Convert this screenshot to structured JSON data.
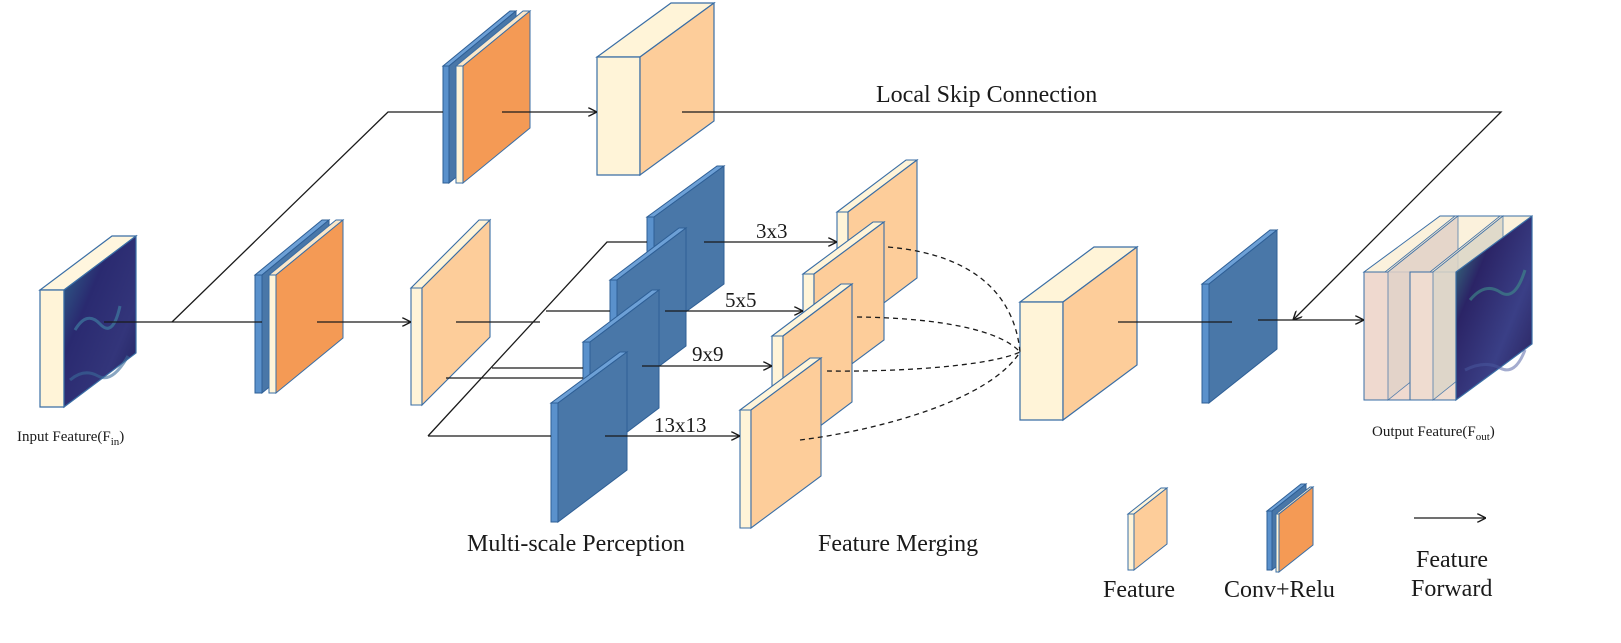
{
  "labels": {
    "skip_connection": "Local Skip Connection",
    "input_feature": "Input Feature(F",
    "input_feature_sub": "in",
    "input_feature_close": ")",
    "output_feature": "Output Feature(F",
    "output_feature_sub": "out",
    "output_feature_close": ")",
    "multi_scale": "Multi-scale Perception",
    "feature_merging": "Feature Merging"
  },
  "kernels": [
    "3x3",
    "5x5",
    "9x9",
    "13x13"
  ],
  "legend": {
    "feature": "Feature",
    "conv_relu": "Conv+Relu",
    "forward_line1": "Feature",
    "forward_line2": "Forward"
  },
  "colors": {
    "feature_front": "#fdcd9a",
    "feature_side": "#fff4d8",
    "conv_blue_front": "#4977a8",
    "conv_blue_side": "#5a91cc",
    "relu_orange": "#f49a55",
    "edge": "#3a6ea5",
    "heatmap_dark": "#2a1f5e",
    "heatmap_teal": "#2f8f86"
  }
}
